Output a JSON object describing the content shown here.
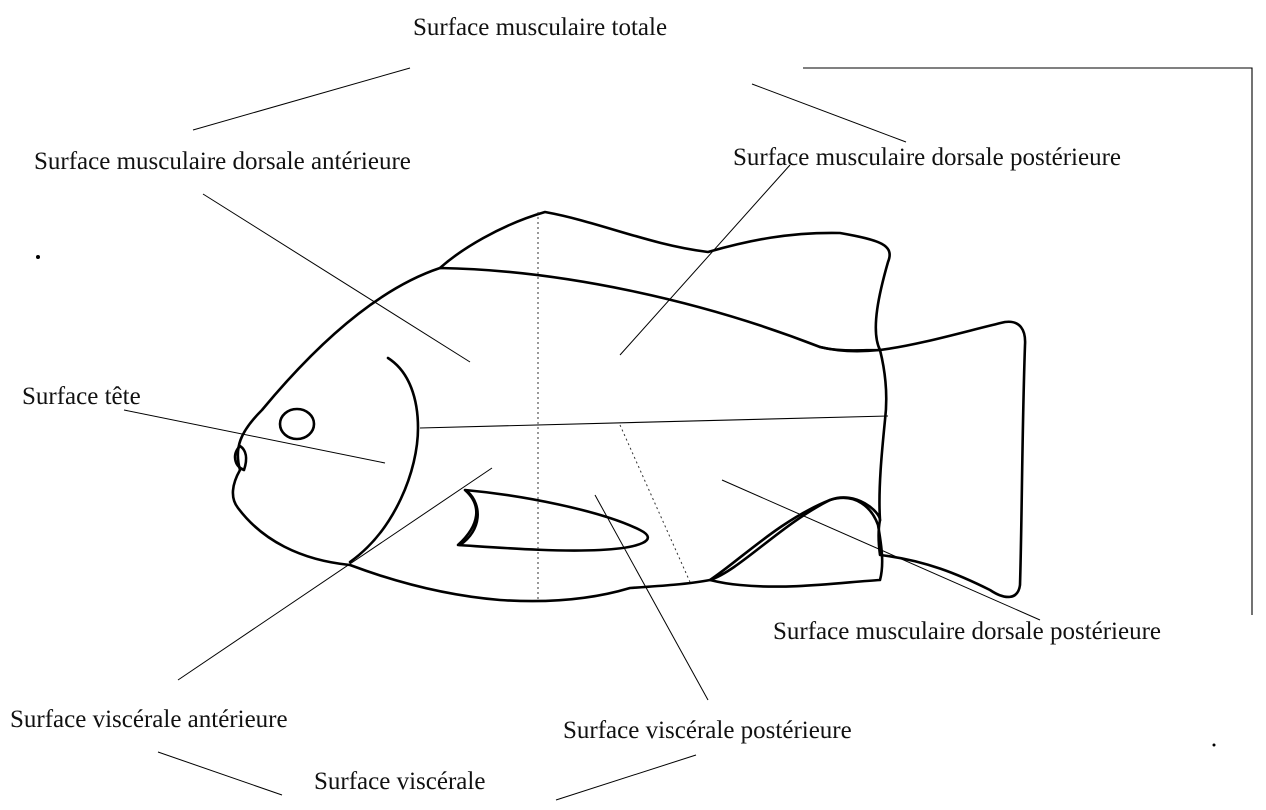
{
  "labels": {
    "total_muscle": "Surface musculaire totale",
    "dorsal_anterior": "Surface musculaire dorsale antérieure",
    "dorsal_posterior_top": "Surface musculaire dorsale postérieure",
    "head": "Surface tête",
    "dorsal_posterior_bottom": "Surface musculaire dorsale postérieure",
    "visceral_anterior": "Surface viscérale antérieure",
    "visceral_posterior": "Surface viscérale postérieure",
    "visceral_total": "Surface viscérale"
  },
  "colors": {
    "ink": "#000000",
    "background": "#ffffff"
  }
}
